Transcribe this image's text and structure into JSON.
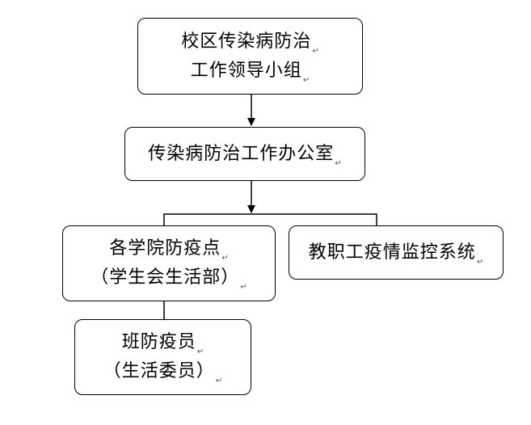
{
  "nodes": {
    "leadership_group": {
      "lines": [
        "校区传染病防治",
        "工作领导小组"
      ]
    },
    "prevention_office": {
      "lines": [
        "传染病防治工作办公室"
      ]
    },
    "college_points": {
      "lines": [
        "各学院防疫点",
        "（学生会生活部）"
      ]
    },
    "staff_monitoring": {
      "lines": [
        "教职工疫情监控系统"
      ]
    },
    "class_officer": {
      "lines": [
        "班防疫员",
        "（生活委员）"
      ]
    }
  },
  "paragraph_mark": "↵"
}
